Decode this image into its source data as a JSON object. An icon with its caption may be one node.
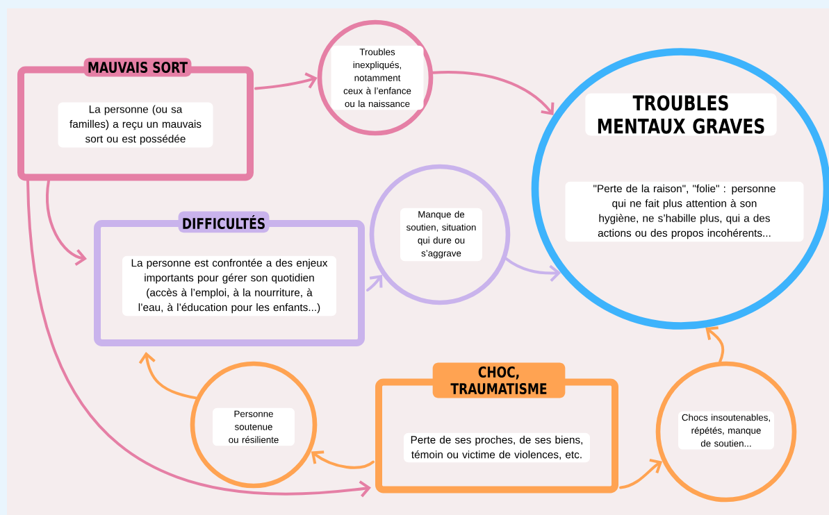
{
  "diagram": {
    "nodes": [
      {
        "text": [
          "MAUVAIS SORT",
          "La personne (ou sa familles) a reçu un mauvais sort ou est possédée"
        ]
      },
      {
        "text": [
          "Troubles inexpliqués, notamment ceux à l’enfance ou la naissance"
        ]
      },
      {
        "text": [
          "TROUBLES MENTAUX GRAVES",
          "\"Perte de la raison\", \"folie\" : personne qui ne fait plus attention à son hygiène, ne s’habille plus, qui a des actions ou des propos incohérents..."
        ]
      },
      {
        "text": [
          "DIFFICULTÉS",
          "La personne est confrontée a des enjeux importants pour gérer son quotidien (accès à l’emploi, à la nourriture, à l’eau, à l’éducation pour les enfants...)"
        ]
      },
      {
        "text": [
          "Manque de soutien, situation qui dure ou s’aggrave"
        ]
      },
      {
        "text": [
          "CHOC, TRAUMATISME",
          "Perte de ses proches, de ses biens, témoin ou victime de violences, etc."
        ]
      },
      {
        "text": [
          "Personne soutenue ou résiliente"
        ]
      },
      {
        "text": [
          "Chocs insoutenables, répétés, manque de soutien..."
        ]
      }
    ],
    "edges": [
      {
        "from": 0,
        "to": 1,
        "arrow": "to",
        "color": "#e57fa5"
      },
      {
        "from": 1,
        "to": 2,
        "arrow": "to",
        "color": "#e57fa5"
      },
      {
        "from": 0,
        "to": 3,
        "arrow": "to",
        "color": "#e57fa5"
      },
      {
        "from": 3,
        "to": 4,
        "arrow": "to",
        "color": "#c9b3ec"
      },
      {
        "from": 4,
        "to": 2,
        "arrow": "to",
        "color": "#c9b3ec"
      },
      {
        "from": 5,
        "to": 6,
        "arrow": "to",
        "color": "#ffa352"
      },
      {
        "from": 6,
        "to": 3,
        "arrow": "to",
        "color": "#ffa352"
      },
      {
        "from": 5,
        "to": 7,
        "arrow": "to",
        "color": "#ffa352"
      },
      {
        "from": 7,
        "to": 2,
        "arrow": "to",
        "color": "#ffa352"
      },
      {
        "from": 0,
        "to": 5,
        "arrow": "to",
        "color": "#e57fa5"
      }
    ]
  }
}
